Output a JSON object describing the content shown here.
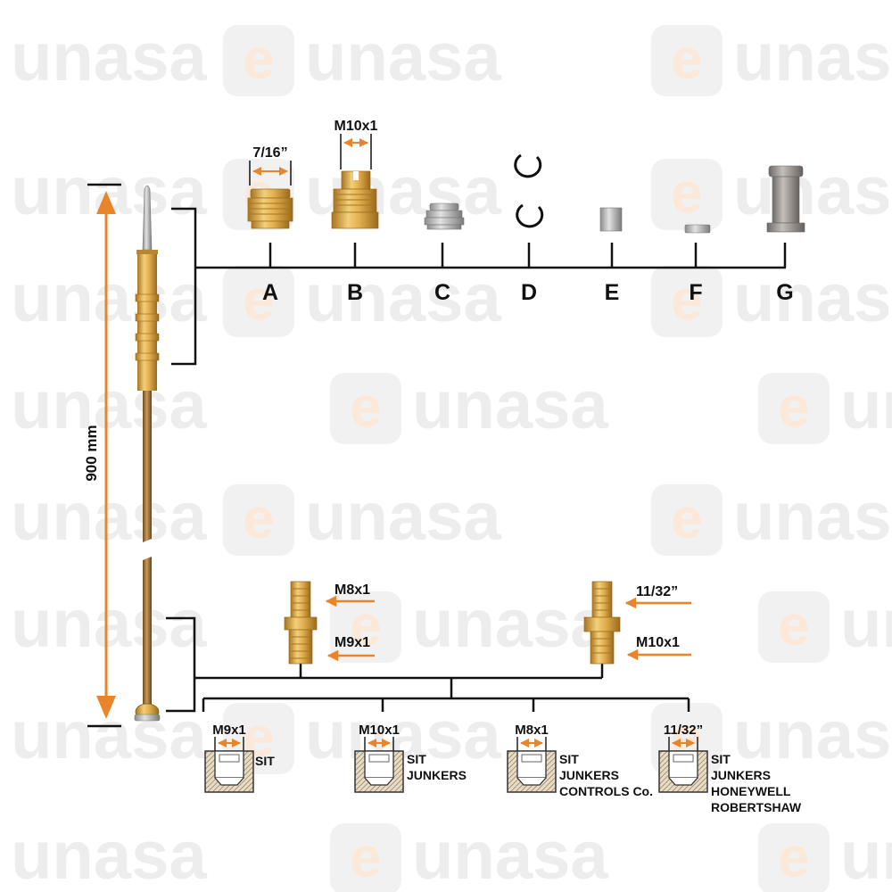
{
  "watermark": {
    "prefix": "e",
    "rest": "unasa"
  },
  "length_label": "900 mm",
  "colors": {
    "accent": "#e8852a",
    "brass": "#d6a84a",
    "line": "#111111"
  },
  "adapters_top": [
    {
      "letter": "A",
      "size": "7/16”"
    },
    {
      "letter": "B",
      "size": "M10x1"
    },
    {
      "letter": "C"
    },
    {
      "letter": "D"
    },
    {
      "letter": "E"
    },
    {
      "letter": "F"
    },
    {
      "letter": "G"
    }
  ],
  "couplers": [
    {
      "top": "M8x1",
      "bottom": "M9x1"
    },
    {
      "top": "11/32”",
      "bottom": "M10x1"
    }
  ],
  "connectors": [
    {
      "size": "M9x1",
      "brands": [
        "SIT"
      ]
    },
    {
      "size": "M10x1",
      "brands": [
        "SIT",
        "JUNKERS"
      ]
    },
    {
      "size": "M8x1",
      "brands": [
        "SIT",
        "JUNKERS",
        "CONTROLS Co."
      ]
    },
    {
      "size": "11/32”",
      "brands": [
        "SIT",
        "JUNKERS",
        "HONEYWELL",
        "ROBERTSHAW"
      ]
    }
  ]
}
